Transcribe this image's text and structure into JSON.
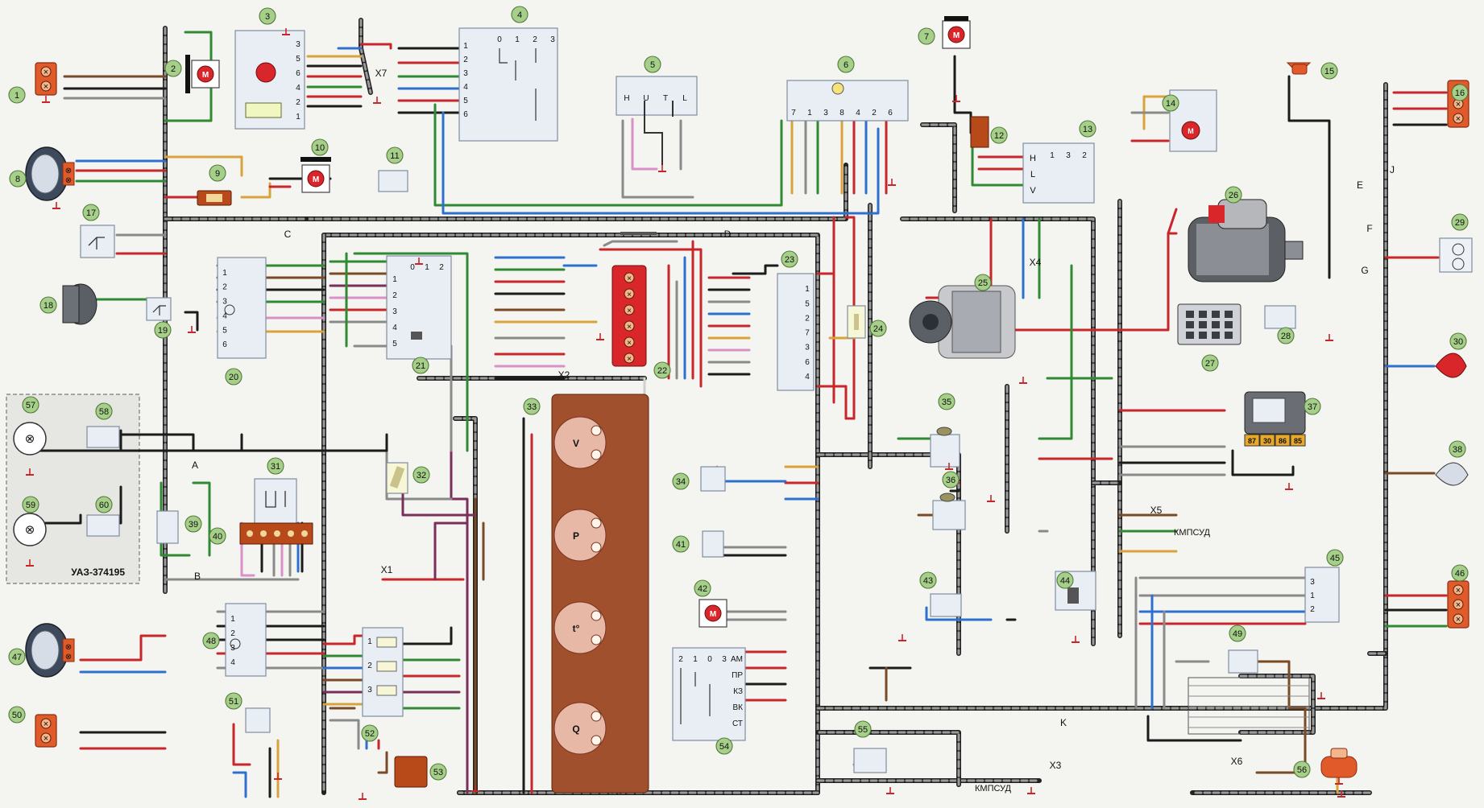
{
  "variant_label": "УАЗ-374195",
  "callouts": [
    "1",
    "2",
    "3",
    "4",
    "5",
    "6",
    "7",
    "8",
    "9",
    "10",
    "11",
    "12",
    "13",
    "14",
    "15",
    "16",
    "17",
    "18",
    "19",
    "20",
    "21",
    "22",
    "23",
    "24",
    "25",
    "26",
    "27",
    "28",
    "29",
    "30",
    "31",
    "32",
    "33",
    "34",
    "35",
    "36",
    "37",
    "38",
    "39",
    "40",
    "41",
    "42",
    "43",
    "44",
    "45",
    "46",
    "47",
    "48",
    "49",
    "50",
    "51",
    "52",
    "53",
    "54",
    "55",
    "56",
    "57",
    "58",
    "59",
    "60"
  ],
  "connectors": [
    "X1",
    "X2",
    "X3",
    "X4",
    "X5",
    "X6",
    "X7"
  ],
  "junctions": [
    "A",
    "B",
    "C",
    "D",
    "E",
    "F",
    "G",
    "J",
    "K"
  ],
  "kmpsud_label": "КМПСУД",
  "relay_pins": [
    "87",
    "30",
    "86",
    "85"
  ],
  "switch_54_positions": [
    "2",
    "1",
    "0",
    "3"
  ],
  "switch_54_terminals": [
    "АМ",
    "ПР",
    "КЗ",
    "ВК",
    "СТ"
  ],
  "switch_4_positions": [
    "0",
    "1",
    "2",
    "3"
  ],
  "switch_4_pins": [
    "1",
    "2",
    "3",
    "4",
    "5",
    "6"
  ],
  "switch_21_positions": [
    "0",
    "1",
    "2"
  ],
  "switch_21_pins": [
    "1",
    "2",
    "3",
    "4",
    "5"
  ],
  "switch_13_pins": [
    "H",
    "L",
    "V"
  ],
  "switch_13_positions": [
    "1",
    "3",
    "2"
  ],
  "block_23_pins": [
    "1",
    "5",
    "2",
    "7",
    "3",
    "6",
    "4"
  ],
  "block_20_pins": [
    "1",
    "2",
    "3",
    "4",
    "5",
    "6"
  ],
  "block_48_pins": [
    "1",
    "2",
    "3",
    "4"
  ],
  "block_45_pins": [
    "3",
    "1",
    "2"
  ],
  "block_52_pins": [
    "1",
    "2",
    "3"
  ],
  "block_6_pins": [
    "7",
    "1",
    "3",
    "8",
    "4",
    "2",
    "6"
  ],
  "block_5_pins": [
    "H",
    "U",
    "T",
    "L"
  ],
  "block_3_pins": [
    "3",
    "5",
    "6",
    "4",
    "2",
    "1"
  ],
  "gauges": [
    "V",
    "P",
    "t°",
    "Q"
  ]
}
